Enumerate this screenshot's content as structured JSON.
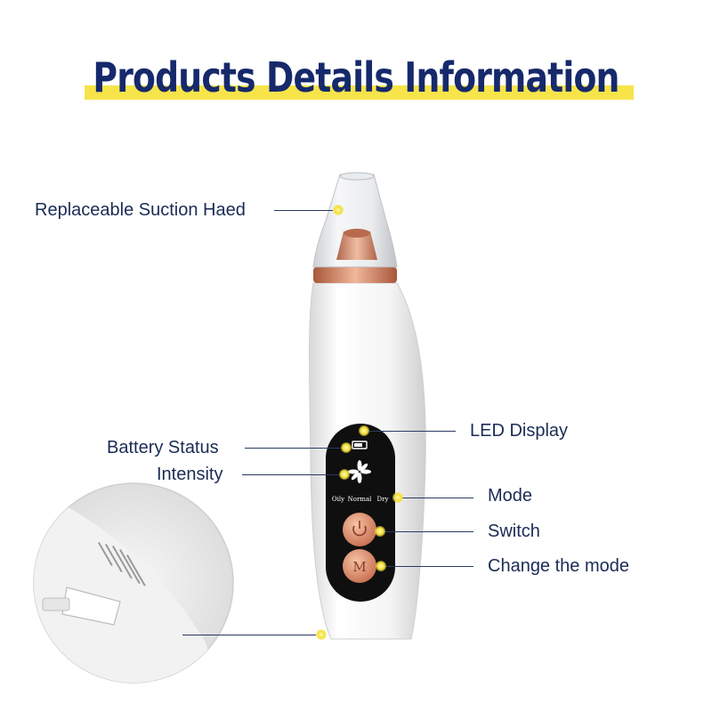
{
  "title": "Products Details Information",
  "accent_color": "#f7e44a",
  "title_color": "#16296b",
  "labels": {
    "suction_head": "Replaceable Suction Haed",
    "battery_status": "Battery Status",
    "intensity": "Intensity",
    "led_display": "LED Display",
    "mode": "Mode",
    "switch": "Switch",
    "change_mode": "Change the mode"
  },
  "panel": {
    "oily": "Oily",
    "normal": "Normal",
    "dry": "Dry",
    "m_button": "M"
  },
  "icons": [
    "power-icon",
    "fan-icon",
    "battery-icon"
  ]
}
